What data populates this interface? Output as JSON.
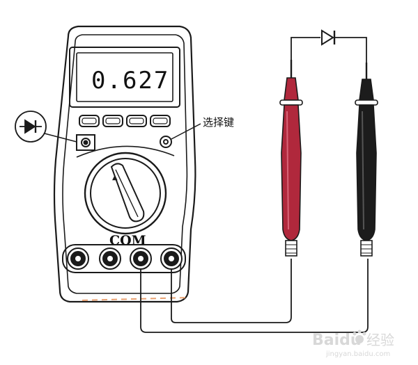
{
  "display": {
    "reading": "0.627"
  },
  "labels": {
    "com": "COM",
    "select_key": "选择键"
  },
  "watermark": {
    "brand": "Baidu",
    "suffix": "经验",
    "url": "jingyan.baidu.com"
  },
  "colors": {
    "outline": "#1a1a1a",
    "red_probe": "#b0283c",
    "black_probe": "#1c1c1c",
    "dashed_lead": "#e8a070",
    "background": "#ffffff"
  },
  "icons": [
    "diode-symbol-icon",
    "multimeter-icon",
    "red-probe-icon",
    "black-probe-icon",
    "rotary-dial-icon",
    "baidu-paw-icon"
  ]
}
